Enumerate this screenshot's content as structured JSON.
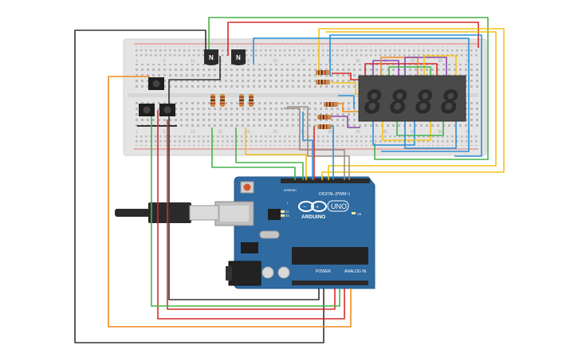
{
  "board": {
    "brand": "ARDUINO",
    "model": "UNO",
    "digital_header": "DIGITAL (PWM~)",
    "power_header": "POWER",
    "analog_header": "ANALOG IN",
    "aref": "AREF",
    "gnd": "GND",
    "tx": "TX",
    "rx": "RX",
    "on": "ON",
    "l": "L"
  },
  "transistors": [
    {
      "label": "N"
    },
    {
      "label": "N"
    }
  ],
  "display": {
    "digits": [
      "8",
      "8",
      "8",
      "8"
    ]
  },
  "breadboard": {
    "col_labels": [
      "1",
      "5",
      "10",
      "15",
      "20",
      "25",
      "30",
      "35",
      "40",
      "45",
      "50",
      "55",
      "60"
    ]
  },
  "colors": {
    "board": "#2f6aa0",
    "breadboard": "#e3e3e3",
    "wire_black": "#333333",
    "wire_red": "#d62a2a",
    "wire_green": "#45b348",
    "wire_orange": "#f08c1e",
    "wire_yellow": "#f3c316",
    "wire_blue": "#2c8fd6",
    "wire_purple": "#8e44ad",
    "wire_gray": "#9b8f87"
  }
}
